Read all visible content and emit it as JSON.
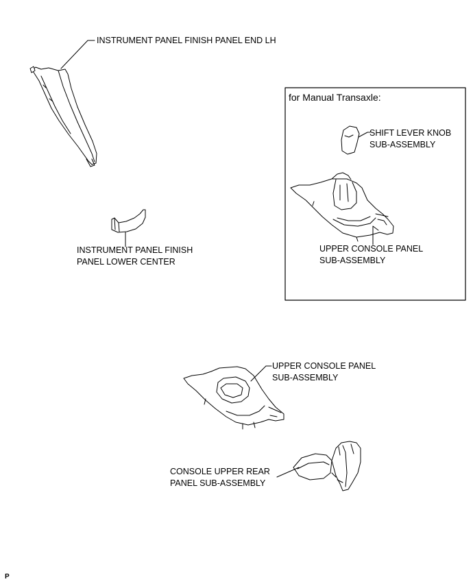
{
  "labels": {
    "ip_end_lh": "INSTRUMENT PANEL FINISH PANEL END LH",
    "ip_lower_center": [
      "INSTRUMENT PANEL FINISH",
      "PANEL LOWER CENTER"
    ],
    "manual_box_title": "for Manual Transaxle:",
    "shift_knob": [
      "SHIFT LEVER KNOB",
      "SUB-ASSEMBLY"
    ],
    "upper_console_mt": [
      "UPPER CONSOLE PANEL",
      "SUB-ASSEMBLY"
    ],
    "upper_console": [
      "UPPER CONSOLE PANEL",
      "SUB-ASSEMBLY"
    ],
    "console_upper_rear": [
      "CONSOLE UPPER REAR",
      "PANEL SUB-ASSEMBLY"
    ]
  },
  "reference_mark": "P"
}
